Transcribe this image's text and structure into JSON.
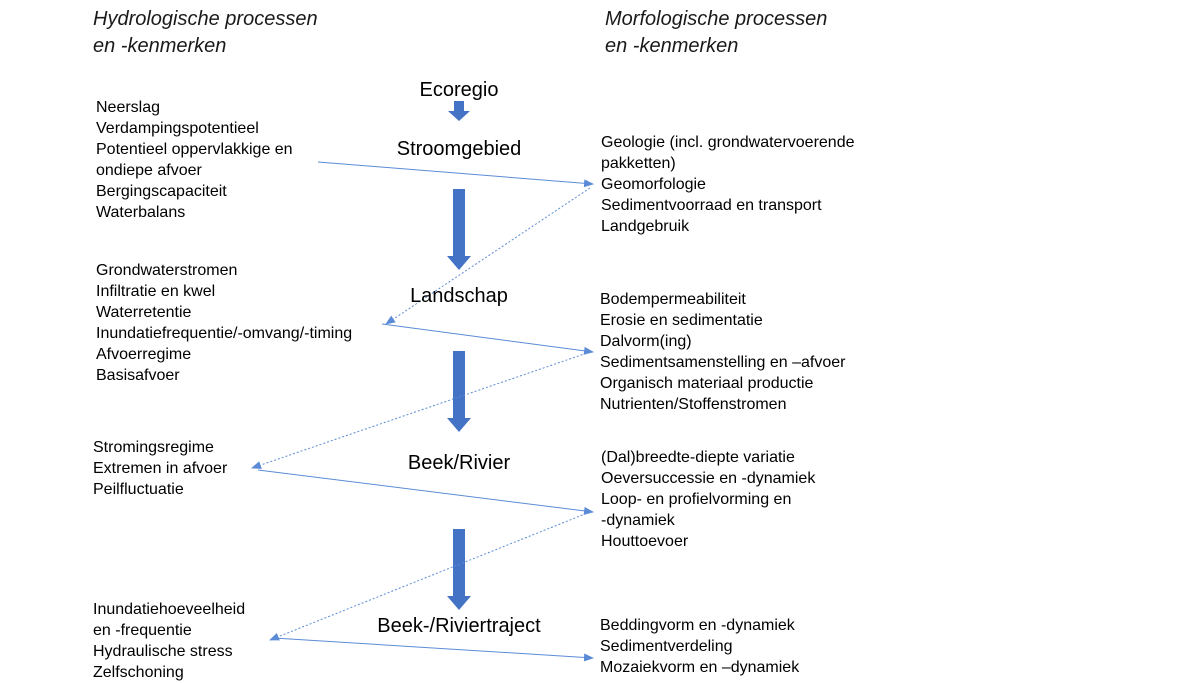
{
  "headers": {
    "left": [
      "Hydrologische processen",
      "en -kenmerken"
    ],
    "right": [
      "Morfologische processen",
      "en -kenmerken"
    ]
  },
  "levels": [
    "Ecoregio",
    "Stroomgebied",
    "Landschap",
    "Beek/Rivier",
    "Beek-/Riviertraject"
  ],
  "hydro_lists": [
    [
      "Neerslag",
      "Verdampingspotentieel",
      "Potentieel oppervlakkige en",
      "ondiepe afvoer",
      "Bergingscapaciteit",
      "Waterbalans"
    ],
    [
      "Grondwaterstromen",
      "Infiltratie en kwel",
      "Waterretentie",
      "Inundatiefrequentie/-omvang/-timing",
      "Afvoerregime",
      "Basisafvoer"
    ],
    [
      "Stromingsregime",
      "Extremen in afvoer",
      "Peilfluctuatie"
    ],
    [
      "Inundatiehoeveelheid",
      "en -frequentie",
      "Hydraulische stress",
      "Zelfschoning"
    ]
  ],
  "morpho_lists": [
    [
      "Geologie (incl. grondwatervoerende",
      "pakketten)",
      "Geomorfologie",
      "Sedimentvoorraad en transport",
      "Landgebruik"
    ],
    [
      "Bodempermeabiliteit",
      "Erosie en sedimentatie",
      "Dalvorm(ing)",
      "Sedimentsamenstelling en –afvoer",
      "Organisch materiaal productie",
      "Nutrienten/Stoffenstromen"
    ],
    [
      "(Dal)breedte-diepte variatie",
      "Oeversuccessie en -dynamiek",
      "Loop- en profielvorming en",
      "-dynamiek",
      "Houttoevoer"
    ],
    [
      "Beddingvorm en -dynamiek",
      "Sedimentverdeling",
      "Mozaiekvorm en –dynamiek"
    ]
  ],
  "colors": {
    "main_arrow": "#4472C4",
    "connector": "#5B8BD6"
  }
}
